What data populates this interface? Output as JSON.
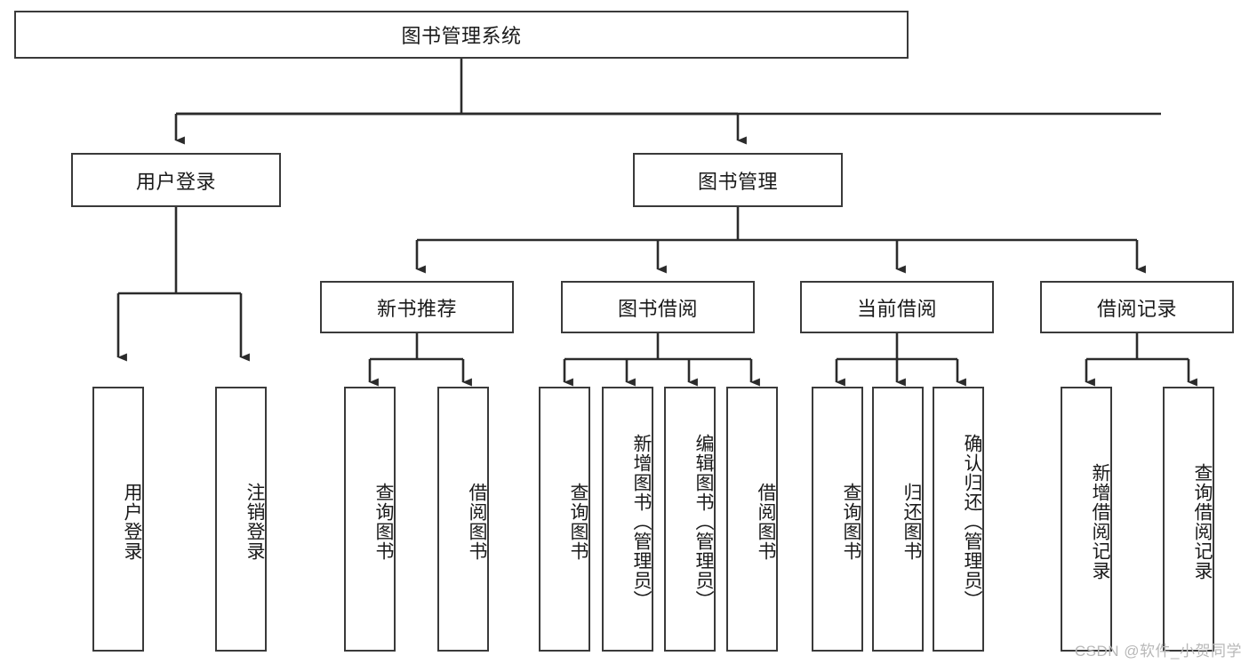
{
  "diagram": {
    "title": "图书管理系统",
    "type": "hierarchy-tree",
    "levels": 4,
    "root": {
      "id": "root",
      "label": "图书管理系统",
      "orientation": "horizontal"
    },
    "level2": [
      {
        "id": "user-login",
        "label": "用户登录",
        "orientation": "horizontal"
      },
      {
        "id": "book-manage",
        "label": "图书管理",
        "orientation": "horizontal"
      }
    ],
    "level3": [
      {
        "id": "new-book-rec",
        "label": "新书推荐",
        "orientation": "horizontal"
      },
      {
        "id": "book-borrow",
        "label": "图书借阅",
        "orientation": "horizontal"
      },
      {
        "id": "current-borrow",
        "label": "当前借阅",
        "orientation": "horizontal"
      },
      {
        "id": "borrow-record",
        "label": "借阅记录",
        "orientation": "horizontal"
      }
    ],
    "leaves": [
      {
        "id": "leaf-user-login",
        "label": "用户登录",
        "parent": "user-login",
        "orientation": "vertical"
      },
      {
        "id": "leaf-user-logout",
        "label": "注销登录",
        "parent": "user-login",
        "orientation": "vertical"
      },
      {
        "id": "leaf-query-book-1",
        "label": "查询图书",
        "parent": "new-book-rec",
        "orientation": "vertical"
      },
      {
        "id": "leaf-borrow-book-1",
        "label": "借阅图书",
        "parent": "new-book-rec",
        "orientation": "vertical"
      },
      {
        "id": "leaf-query-book-2",
        "label": "查询图书",
        "parent": "book-borrow",
        "orientation": "vertical"
      },
      {
        "id": "leaf-add-book",
        "label": "新增图书（管理员）",
        "parent": "book-borrow",
        "orientation": "vertical"
      },
      {
        "id": "leaf-edit-book",
        "label": "编辑图书（管理员）",
        "parent": "book-borrow",
        "orientation": "vertical"
      },
      {
        "id": "leaf-borrow-book-2",
        "label": "借阅图书",
        "parent": "book-borrow",
        "orientation": "vertical"
      },
      {
        "id": "leaf-query-book-3",
        "label": "查询图书",
        "parent": "current-borrow",
        "orientation": "vertical"
      },
      {
        "id": "leaf-return-book",
        "label": "归还图书",
        "parent": "current-borrow",
        "orientation": "vertical"
      },
      {
        "id": "leaf-confirm-return",
        "label": "确认归还（管理员）",
        "parent": "current-borrow",
        "orientation": "vertical"
      },
      {
        "id": "leaf-add-record",
        "label": "新增借阅记录",
        "parent": "borrow-record",
        "orientation": "vertical"
      },
      {
        "id": "leaf-query-record",
        "label": "查询借阅记录",
        "parent": "borrow-record",
        "orientation": "vertical"
      }
    ],
    "colors": {
      "stroke": "#3a3a3a",
      "fill": "#ffffff",
      "text": "#1a1a1a",
      "watermark": "#b8b8b8"
    }
  },
  "watermark": {
    "text": "CSDN @软件_小贺同学"
  }
}
